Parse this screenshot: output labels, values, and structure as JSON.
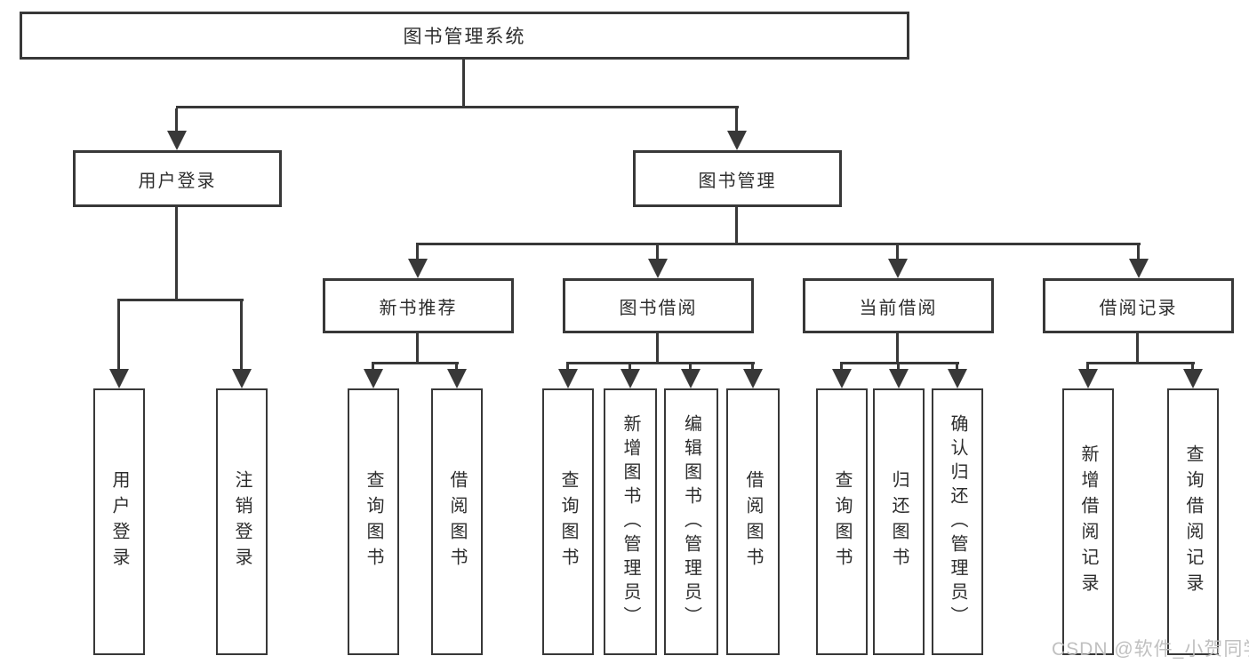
{
  "diagram": {
    "root": {
      "label": "图书管理系统"
    },
    "level2": [
      {
        "label": "用户登录"
      },
      {
        "label": "图书管理"
      }
    ],
    "level3": [
      {
        "label": "新书推荐"
      },
      {
        "label": "图书借阅"
      },
      {
        "label": "当前借阅"
      },
      {
        "label": "借阅记录"
      }
    ],
    "leaves": {
      "user_login": [
        {
          "label": "用户登录"
        },
        {
          "label": "注销登录"
        }
      ],
      "new_book": [
        {
          "label": "查询图书"
        },
        {
          "label": "借阅图书"
        }
      ],
      "book_borrow": [
        {
          "label": "查询图书"
        },
        {
          "label": "新增图书（管理员）"
        },
        {
          "label": "编辑图书（管理员）"
        },
        {
          "label": "借阅图书"
        }
      ],
      "current_borrow": [
        {
          "label": "查询图书"
        },
        {
          "label": "归还图书"
        },
        {
          "label": "确认归还（管理员）"
        }
      ],
      "borrow_record": [
        {
          "label": "新增借阅记录"
        },
        {
          "label": "查询借阅记录"
        }
      ]
    }
  },
  "watermark": "CSDN @软件_小贺同学",
  "colors": {
    "line": "#383838",
    "text": "#2d2d2d",
    "watermark": "#bdbdbd",
    "background": "#ffffff"
  }
}
